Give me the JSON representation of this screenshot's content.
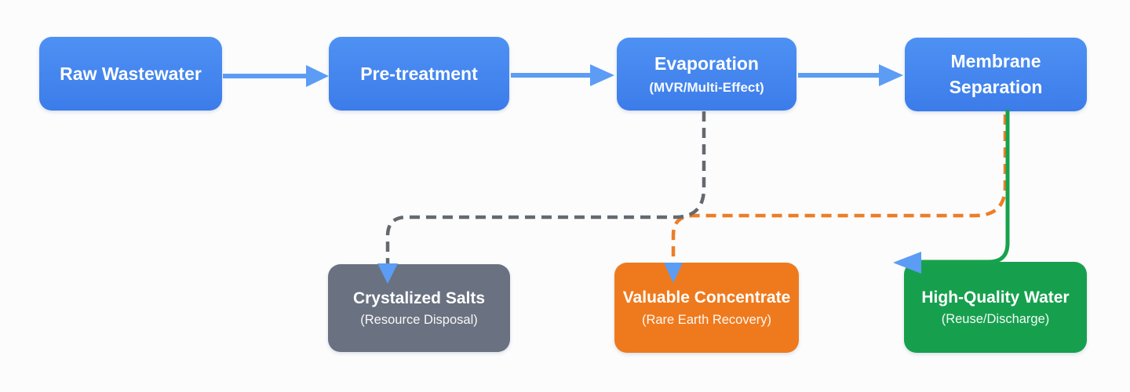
{
  "diagram": {
    "type": "flowchart",
    "background_color": "#FCFCFD",
    "process_nodes": [
      {
        "id": "raw-wastewater",
        "label": "Raw Wastewater",
        "sublabel": "",
        "fill": "#4285F0",
        "text_color": "#FFFFFF"
      },
      {
        "id": "pre-treatment",
        "label": "Pre-treatment",
        "sublabel": "",
        "fill": "#4285F0",
        "text_color": "#FFFFFF"
      },
      {
        "id": "evaporation",
        "label": "Evaporation",
        "sublabel": "(MVR/Multi-Effect)",
        "fill": "#4285F0",
        "text_color": "#FFFFFF"
      },
      {
        "id": "membrane-separation",
        "label": "Membrane Separation",
        "sublabel": "",
        "fill": "#4285F0",
        "text_color": "#FFFFFF"
      }
    ],
    "output_nodes": [
      {
        "id": "crystalized-salts",
        "label": "Crystalized Salts",
        "sublabel": "(Resource Disposal)",
        "fill": "#6A7180",
        "text_color": "#FFFFFF"
      },
      {
        "id": "valuable-concentrate",
        "label": "Valuable Concentrate",
        "sublabel": "(Rare Earth Recovery)",
        "fill": "#EF7A1D",
        "text_color": "#FFFFFF"
      },
      {
        "id": "high-quality-water",
        "label": "High-Quality Water",
        "sublabel": "(Reuse/Discharge)",
        "fill": "#16A04E",
        "text_color": "#FFFFFF"
      }
    ],
    "edges": [
      {
        "from": "raw-wastewater",
        "to": "pre-treatment",
        "style": "solid-arrow",
        "color": "#5C9CF5"
      },
      {
        "from": "pre-treatment",
        "to": "evaporation",
        "style": "solid-arrow",
        "color": "#5C9CF5"
      },
      {
        "from": "evaporation",
        "to": "membrane-separation",
        "style": "solid-arrow",
        "color": "#5C9CF5"
      },
      {
        "from": "evaporation",
        "to": "crystalized-salts",
        "style": "dashed",
        "color": "#64696F",
        "arrowhead_color": "#5B9CF4"
      },
      {
        "from": "membrane-separation",
        "to": "valuable-concentrate",
        "style": "dashed",
        "color": "#EE7D26",
        "arrowhead_color": "#5B9CF4"
      },
      {
        "from": "membrane-separation",
        "to": "high-quality-water",
        "style": "solid",
        "color": "#17A24B",
        "arrowhead_color": "#5B9CF4"
      }
    ],
    "colors": {
      "flow_arrow": "#5C9CF5",
      "dashed_gray": "#64696F",
      "dashed_orange": "#EE7D26",
      "solid_green": "#17A24B",
      "drop_arrowhead": "#5B9CF4"
    }
  }
}
